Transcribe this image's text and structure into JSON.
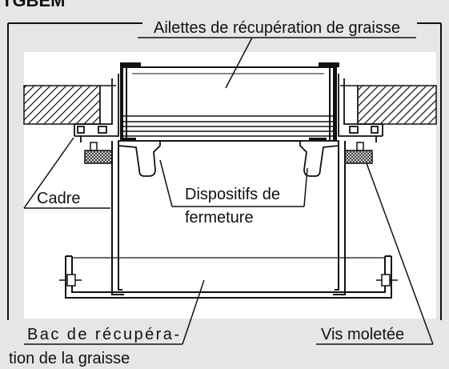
{
  "header": {
    "fragment": "TGBEM"
  },
  "labels": {
    "fins": "Ailettes de récupération de graisse",
    "frame": "Cadre",
    "closures_line1": "Dispositifs de",
    "closures_line2": "fermeture",
    "tray_line1": "Bac de récupéra-",
    "tray_line2": "tion de la graisse",
    "knurled_screw": "Vis moletée"
  },
  "colors": {
    "background": "#e6e6e6",
    "line": "#111111",
    "ink": "#111111"
  }
}
